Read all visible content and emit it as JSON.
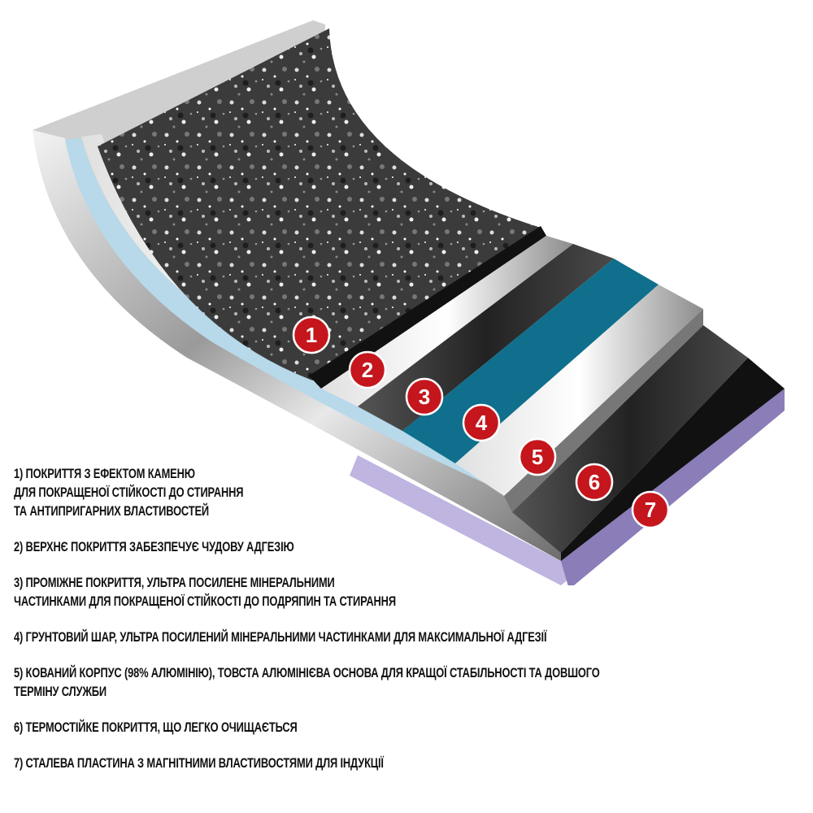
{
  "layers": [
    {
      "number": "1",
      "color": "#3a3a3a",
      "lines": [
        "1) ПОКРИТТЯ З ЕФЕКТОМ КАМЕНЮ",
        "ДЛЯ ПОКРАЩЕНОЇ СТІЙКОСТІ ДО СТИРАННЯ",
        "ТА АНТИПРИГАРНИХ ВЛАСТИВОСТЕЙ"
      ]
    },
    {
      "number": "2",
      "color": "#c9c9c9",
      "lines": [
        "2) ВЕРХНЄ ПОКРИТТЯ ЗАБЕЗПЕЧУЄ ЧУДОВУ АДГЕЗІЮ"
      ]
    },
    {
      "number": "3",
      "color": "#2e2e2e",
      "lines": [
        "3) ПРОМІЖНЕ ПОКРИТТЯ, УЛЬТРА ПОСИЛЕНЕ МІНЕРАЛЬНИМИ",
        "ЧАСТИНКАМИ ДЛЯ ПОКРАЩЕНОЇ СТІЙКОСТІ ДО ПОДРЯПИН ТА СТИРАННЯ"
      ]
    },
    {
      "number": "4",
      "color": "#0f6f8c",
      "lines": [
        "4) ГРУНТОВИЙ ШАР, УЛЬТРА ПОСИЛЕНИЙ МІНЕРАЛЬНИМИ ЧАСТИНКАМИ ДЛЯ МАКСИМАЛЬНОЇ АДГЕЗІЇ"
      ]
    },
    {
      "number": "5",
      "color": "#d8d8d8",
      "lines": [
        "5) КОВАНИЙ КОРПУС (98% АЛЮМІНІЮ), ТОВСТА АЛЮМІНІЄВА ОСНОВА ДЛЯ КРАЩОЇ СТАБІЛЬНОСТІ ТА ДОВШОГО",
        "ТЕРМІНУ СЛУЖБИ"
      ]
    },
    {
      "number": "6",
      "color": "#3c3c3c",
      "lines": [
        "6) ТЕРМОСТІЙКЕ ПОКРИТТЯ, ЩО ЛЕГКО ОЧИЩАЄТЬСЯ"
      ]
    },
    {
      "number": "7",
      "color": "#8b7db8",
      "lines": [
        "7) СТАЛЕВА ПЛАСТИНА З МАГНІТНИМИ ВЛАСТИВОСТЯМИ ДЛЯ ІНДУКЦІЇ"
      ]
    }
  ],
  "marker_color": "#c4161c"
}
